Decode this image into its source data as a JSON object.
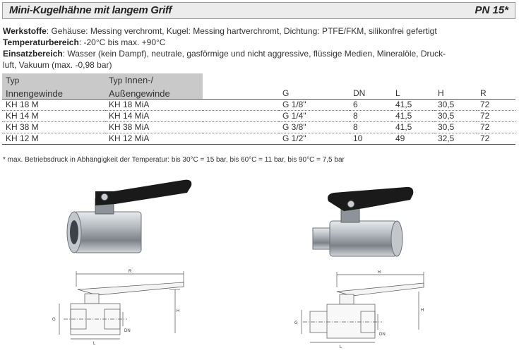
{
  "header": {
    "title": "Mini-Kugelhähne mit langem Griff",
    "pn": "PN 15*"
  },
  "specs": [
    {
      "label": "Werkstoffe",
      "text": ": Gehäuse: Messing verchromt, Kugel: Messing hartverchromt, Dichtung: PTFE/FKM, silikonfrei gefertigt"
    },
    {
      "label": "Temperaturbereich",
      "text": ": -20°C bis max. +90°C"
    },
    {
      "label": "Einsatzbereich",
      "text": ": Wasser (kein Dampf), neutrale, gasförmige und nicht aggressive, flüssige Medien, Mineralöle, Druck-"
    },
    {
      "label": "",
      "text": "luft, Vakuum (max. -0,98 bar)"
    }
  ],
  "table": {
    "head_typ_1": "Typ",
    "head_typ_2": "Typ",
    "head_innen": "Innen-/",
    "head_innengewinde": "Innengewinde",
    "head_aussengewinde": "Außengewinde",
    "columns": [
      "G",
      "DN",
      "L",
      "H",
      "R"
    ],
    "rows": [
      {
        "typ_i": "KH 18 M",
        "typ_a": "KH 18 MiA",
        "g": "G 1/8\"",
        "dn": "6",
        "l": "41,5",
        "h": "30,5",
        "r": "72"
      },
      {
        "typ_i": "KH 14 M",
        "typ_a": "KH 14 MiA",
        "g": "G 1/4\"",
        "dn": "8",
        "l": "41,5",
        "h": "30,5",
        "r": "72"
      },
      {
        "typ_i": "KH 38 M",
        "typ_a": "KH 38 MiA",
        "g": "G 3/8\"",
        "dn": "8",
        "l": "41,5",
        "h": "30,5",
        "r": "72"
      },
      {
        "typ_i": "KH 12 M",
        "typ_a": "KH 12 MiA",
        "g": "G 1/2\"",
        "dn": "10",
        "l": "49",
        "h": "32,5",
        "r": "72"
      }
    ]
  },
  "footnote": "* max. Betriebsdruck in Abhängigkeit der Temperatur: bis 30°C = 15 bar, bis 60°C = 11 bar, bis 90°C = 7,5 bar",
  "drawing_labels": {
    "r": "R",
    "h": "H",
    "g": "G",
    "dn": "DN",
    "l": "L"
  },
  "colors": {
    "title_bg": "#ececec",
    "header_gray": "#c9c9c9",
    "valve_chrome": "#9aa0a6",
    "handle": "#1a1a1a"
  }
}
